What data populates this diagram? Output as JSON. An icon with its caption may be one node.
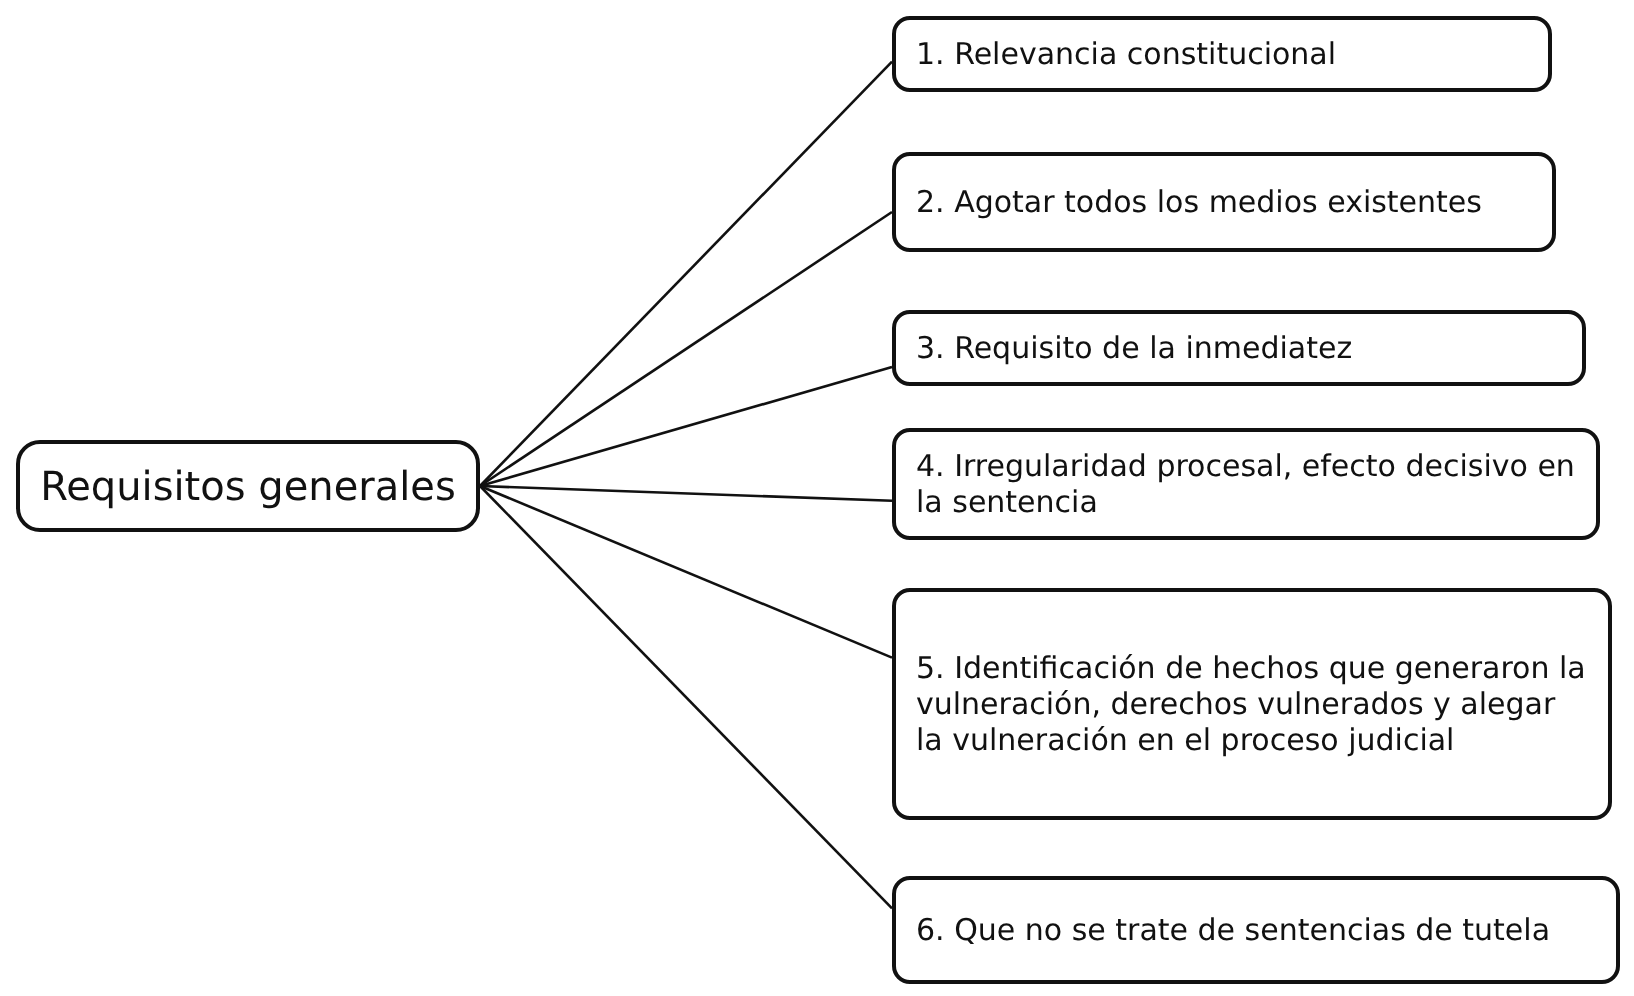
{
  "diagram": {
    "nodes": [
      {
        "text": [
          "Requisitos generales"
        ]
      },
      {
        "text": [
          "1. Relevancia constitucional"
        ]
      },
      {
        "text": [
          "2. Agotar todos los medios existentes"
        ]
      },
      {
        "text": [
          "3. Requisito de la inmediatez"
        ]
      },
      {
        "text": [
          "4. Irregularidad procesal, efecto decisivo en la sentencia"
        ]
      },
      {
        "text": [
          "5. Identificación de hechos que generaron la vulneración, derechos vulnerados y alegar la vulneración en el proceso judicial"
        ]
      },
      {
        "text": [
          "6. Que no se trate de sentencias de tutela"
        ]
      }
    ],
    "edges": [
      {
        "from": 0,
        "to": 1,
        "arrow": "none"
      },
      {
        "from": 0,
        "to": 2,
        "arrow": "none"
      },
      {
        "from": 0,
        "to": 3,
        "arrow": "none"
      },
      {
        "from": 0,
        "to": 4,
        "arrow": "none"
      },
      {
        "from": 0,
        "to": 5,
        "arrow": "none"
      },
      {
        "from": 0,
        "to": 6,
        "arrow": "none"
      }
    ]
  }
}
